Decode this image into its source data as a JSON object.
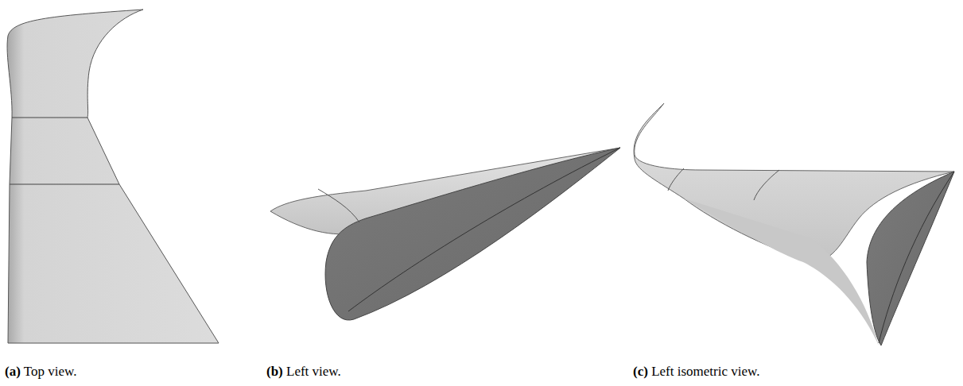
{
  "diagram": {
    "labels": [
      "(a) Top view.",
      "(b) Left view.",
      "(c) Left isometric view."
    ]
  }
}
